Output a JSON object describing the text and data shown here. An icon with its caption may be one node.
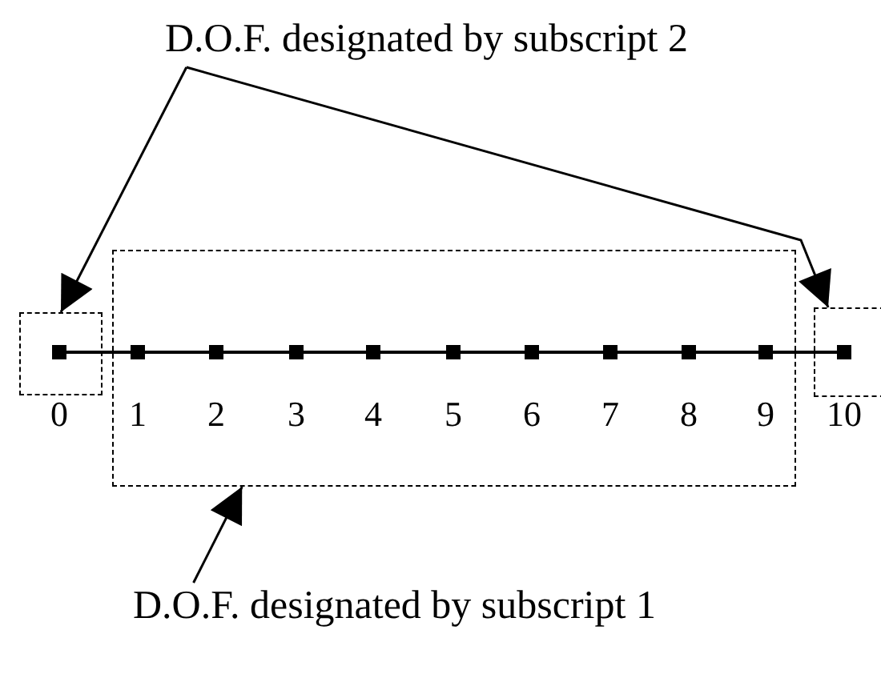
{
  "diagram": {
    "nodes": [
      {
        "text": [
          "D.O.F. designated by subscript 2"
        ]
      },
      {
        "text": [],
        "shape": "box"
      },
      {
        "text": [],
        "shape": "box"
      },
      {
        "text": [],
        "shape": "box"
      },
      {
        "text": [
          "D.O.F. designated by subscript 1"
        ]
      }
    ],
    "edges": [
      {
        "from": 0,
        "to": 1,
        "arrow": "to"
      },
      {
        "from": 0,
        "to": 3,
        "arrow": "to"
      },
      {
        "from": 4,
        "to": 2,
        "arrow": "to"
      }
    ],
    "labels": [
      "0",
      "1",
      "2",
      "3",
      "4",
      "5",
      "6",
      "7",
      "8",
      "9",
      "10"
    ]
  }
}
